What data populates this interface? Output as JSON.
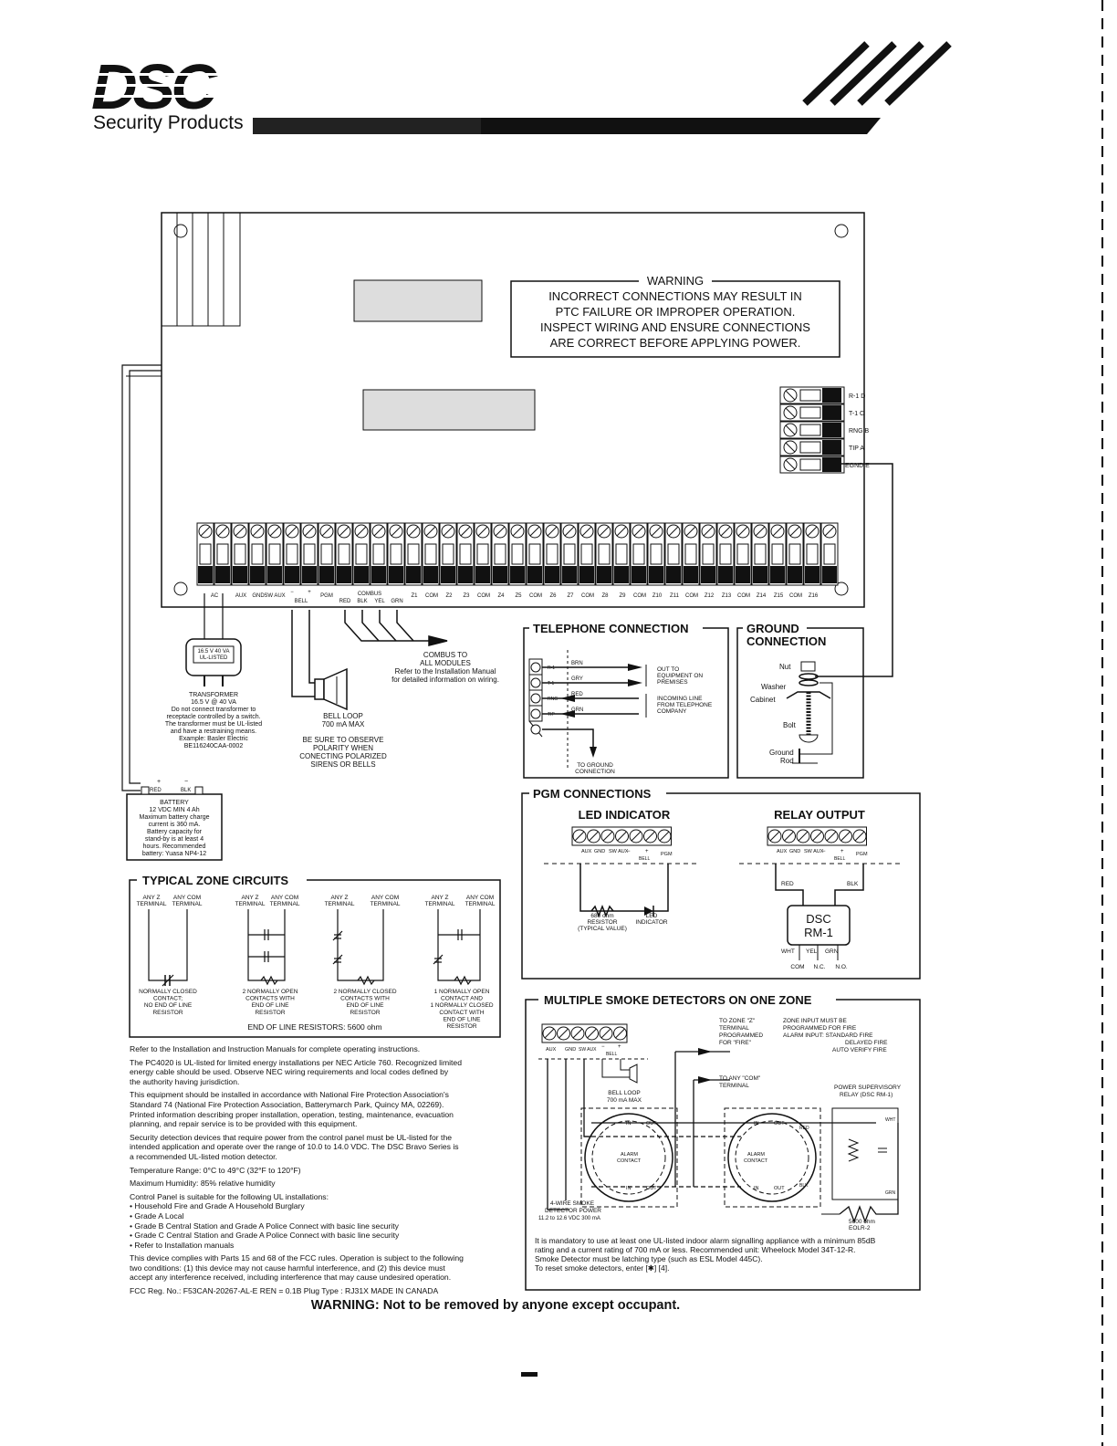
{
  "brand": {
    "logo_text": "DSC",
    "company": "Security Products"
  },
  "warning_box": {
    "title": "WARNING",
    "lines": [
      "INCORRECT CONNECTIONS MAY RESULT IN",
      "PTC FAILURE OR IMPROPER OPERATION.",
      "INSPECT WIRING AND ENSURE CONNECTIONS",
      "ARE CORRECT BEFORE APPLYING POWER."
    ]
  },
  "phone_terminals": [
    "R-1 D",
    "T-1 C",
    "RNG B",
    "TIP A",
    "EGND E"
  ],
  "terminal_labels": [
    "AC",
    "AUX",
    "GND",
    "SW AUX",
    "−",
    "+",
    "BELL",
    "PGM",
    "COMBUS",
    "RED",
    "BLK",
    "YEL",
    "GRN",
    "Z1",
    "COM",
    "Z2",
    "Z3",
    "COM",
    "Z4",
    "Z5",
    "COM",
    "Z6",
    "Z7",
    "COM",
    "Z8",
    "Z9",
    "COM",
    "Z10",
    "Z11",
    "COM",
    "Z12",
    "Z13",
    "COM",
    "Z14",
    "Z15",
    "COM",
    "Z16"
  ],
  "transformer": {
    "box": [
      "16.5 V 40 VA",
      "UL-LISTED"
    ],
    "text": [
      "TRANSFORMER",
      "16.5 V @ 40 VA",
      "Do not connect transformer to",
      "receptacle controlled by a switch.",
      "The transformer must be UL-listed",
      "and have a restraining means.",
      "Example: Basler Electric",
      "BE116240CAA-0002"
    ]
  },
  "bell": {
    "text": [
      "BELL LOOP",
      "700 mA MAX"
    ],
    "polarity": [
      "BE SURE TO OBSERVE",
      "POLARITY WHEN",
      "CONECTING POLARIZED",
      "SIRENS OR BELLS"
    ]
  },
  "combus": {
    "text": [
      "COMBUS TO",
      "ALL MODULES",
      "Refer to the Installation Manual",
      "for detailed information on wiring."
    ]
  },
  "battery": {
    "terminals": [
      "+",
      "RED",
      "−",
      "BLK"
    ],
    "text": [
      "BATTERY",
      "12 VDC MIN 4 Ah",
      "Maximum battery charge",
      "current is 360 mA.",
      "Battery capacity for",
      "stand-by is at least 4",
      "hours.  Recommended",
      "battery: Yuasa NP4-12"
    ]
  },
  "telephone": {
    "title": "TELEPHONE CONNECTION",
    "terms": [
      "R-1",
      "T-1",
      "RNG",
      "TIP"
    ],
    "wires": [
      "BRN",
      "GRY",
      "RED",
      "GRN"
    ],
    "out": [
      "OUT TO",
      "EQUIPMENT ON",
      "PREMISES"
    ],
    "incoming": [
      "INCOMING LINE",
      "FROM TELEPHONE",
      "COMPANY"
    ],
    "ground": [
      "TO GROUND",
      "CONNECTION"
    ]
  },
  "ground": {
    "title": [
      "GROUND",
      "CONNECTION"
    ],
    "labels": [
      "Nut",
      "Washer",
      "Cabinet",
      "Bolt",
      "Ground",
      "Rod"
    ]
  },
  "pgm": {
    "title": "PGM CONNECTIONS",
    "led_title": "LED INDICATOR",
    "relay_title": "RELAY OUTPUT",
    "term_labels": [
      "AUX",
      "GND",
      "SW AUX",
      "−",
      "+",
      "BELL",
      "PGM"
    ],
    "resistor": [
      "680 ohm",
      "RESISTOR",
      "(TYPICAL VALUE)"
    ],
    "led": [
      "LED",
      "INDICATOR"
    ],
    "relay_wires": [
      "RED",
      "BLK"
    ],
    "relay_name": [
      "DSC",
      "RM-1"
    ],
    "relay_out": [
      "WHT",
      "YEL",
      "GRN"
    ],
    "relay_contacts": [
      "COM",
      "N.C.",
      "N.O."
    ]
  },
  "zones": {
    "title": "TYPICAL ZONE CIRCUITS",
    "head": [
      "ANY Z",
      "ANY COM",
      "TERMINAL",
      "TERMINAL"
    ],
    "captions": [
      [
        "NORMALLY CLOSED",
        "CONTACT;",
        "NO END OF LINE",
        "RESISTOR"
      ],
      [
        "2 NORMALLY OPEN",
        "CONTACTS WITH",
        "END OF LINE",
        "RESISTOR"
      ],
      [
        "2 NORMALLY CLOSED",
        "CONTACTS WITH",
        "END OF LINE",
        "RESISTOR"
      ],
      [
        "1 NORMALLY OPEN",
        "CONTACT AND",
        "1 NORMALLY CLOSED",
        "CONTACT WITH",
        "END OF LINE",
        "RESISTOR"
      ]
    ],
    "eol": "END OF LINE RESISTORS: 5600 ohm"
  },
  "notes": [
    [
      "Refer to the Installation and Instruction Manuals for complete operating instructions."
    ],
    [
      "The PC4020 is UL-listed for limited energy installations per NEC Article 760.  Recognized limited",
      "energy cable should be used.  Observe NEC wiring requirements and local codes defined by",
      "the authority having jurisdiction."
    ],
    [
      "This equipment should be installed in accordance with National Fire Protection Association's",
      "Standard 74 (National Fire Protection Association, Batterymarch Park, Quincy MA, 02269).",
      "Printed information describing proper installation, operation, testing, maintenance, evacuation",
      "planning, and repair service is to be provided with this equipment."
    ],
    [
      "Security detection devices that require power from the control panel must be UL-listed for the",
      "intended application and operate over the range of 10.0 to 14.0 VDC.  The DSC Bravo Series is",
      "a recommended UL-listed motion detector."
    ],
    [
      "Temperature Range: 0°C to 49°C (32°F to 120°F)"
    ],
    [
      "Maximum Humidity: 85% relative humidity"
    ],
    [
      "Control Panel is suitable for the following UL installations:",
      "• Household Fire and Grade A Household Burglary",
      "• Grade A Local",
      "• Grade B Central Station and Grade A Police Connect with basic line security",
      "• Grade C Central Station and Grade A Police Connect with basic line security",
      "• Refer to Installation manuals"
    ],
    [
      "This device complies with Parts 15 and 68 of the FCC rules. Operation is subject to the following",
      "two conditions: (1) this device may not cause harmful interference, and (2) this device must",
      "accept any interference received, including interference that may cause undesired operation."
    ],
    [
      "FCC Reg. No.: F53CAN-20267-AL-E      REN = 0.1B      Plug Type : RJ31X      MADE IN CANADA"
    ]
  ],
  "smoke": {
    "title": "MULTIPLE SMOKE DETECTORS ON ONE ZONE",
    "zone_z": [
      "TO ZONE \"Z\"",
      "TERMINAL",
      "PROGRAMMED",
      "FOR \"FIRE\""
    ],
    "zone_input": [
      "ZONE INPUT MUST BE",
      "PROGRAMMED FOR FIRE",
      "ALARM INPUT: STANDARD FIRE",
      "DELAYED FIRE",
      "AUTO VERIFY FIRE"
    ],
    "to_com": [
      "TO ANY \"COM\"",
      "TERMINAL"
    ],
    "supervisory": [
      "POWER SUPERVISORY",
      "RELAY (DSC RM-1)"
    ],
    "bell": [
      "BELL LOOP",
      "700 mA MAX"
    ],
    "power": [
      "4-WIRE SMOKE",
      "DETECTOR POWER",
      "11.2 to 12.6 VDC 300 mA"
    ],
    "eolr": [
      "5600 ohm",
      "EOLR-2"
    ],
    "det_labels": [
      "IN",
      "OUT",
      "ALARM",
      "CONTACT"
    ],
    "term_labels": [
      "AUX",
      "GND",
      "SW AUX",
      "−",
      "+",
      "BELL"
    ],
    "wire_labels": [
      "RED",
      "BLK",
      "WHT",
      "GRN"
    ],
    "notes": [
      "It is mandatory to use at least one UL-listed indoor alarm signalling appliance with a minimum 85dB",
      "rating and a current rating of 700 mA or less.  Recommended unit: Wheelock Model 34T-12-R.",
      "Smoke Detector must be latching type (such as ESL Model 445C).",
      "To reset smoke detectors, enter [✱] [4]."
    ]
  },
  "footer_warning": "WARNING: Not to be removed by anyone except occupant.",
  "page_marker": "–"
}
